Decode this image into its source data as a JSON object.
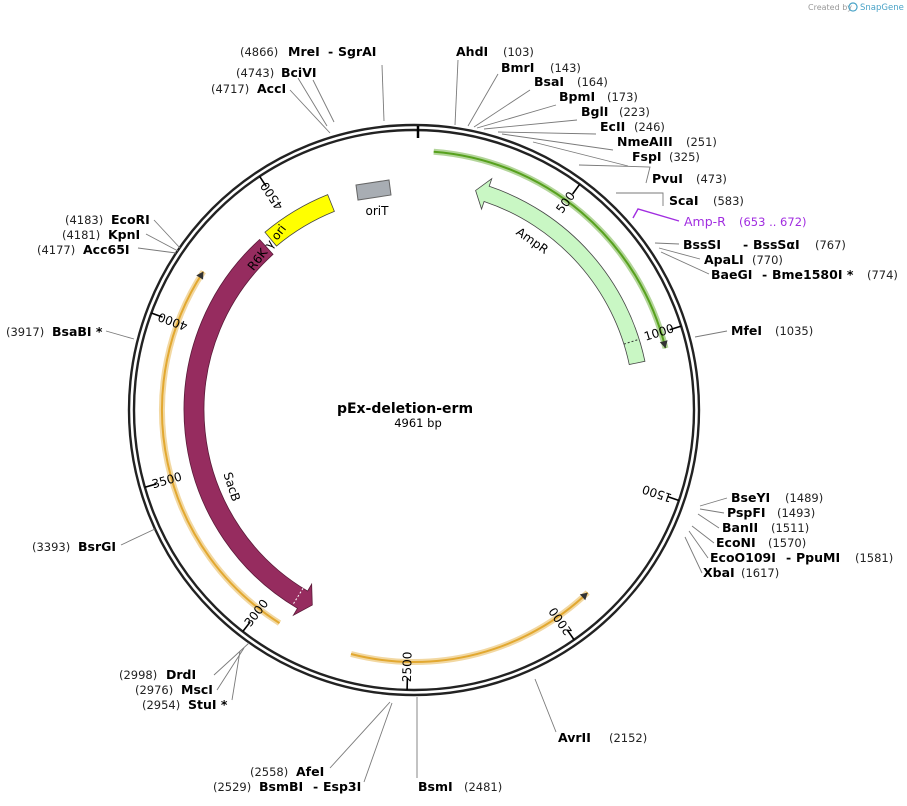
{
  "credit": {
    "prefix": "Created by",
    "brand": "SnapGene"
  },
  "plasmid": {
    "name": "pEx-deletion-erm",
    "size": "4961 bp",
    "length": 4961
  },
  "ticks": [
    "500",
    "1000",
    "1500",
    "2000",
    "2500",
    "3000",
    "3500",
    "4000",
    "4500"
  ],
  "features": [
    {
      "name": "AmpR",
      "color": "#c9f7c4",
      "strand": "reverse",
      "start": 216,
      "end": 1076
    },
    {
      "name": "oriT",
      "color": "#a8adb3",
      "strand": "none",
      "start": 4895,
      "end": 4935
    },
    {
      "name": "R6K γ ori",
      "color": "#ffff00",
      "strand": "none",
      "start": 4410,
      "end": 4660
    },
    {
      "name": "SacB",
      "color": "#962c5f",
      "strand": "reverse",
      "start": 2860,
      "end": 4380
    }
  ],
  "primers": [
    {
      "color": "#57a11e",
      "strand": "forward",
      "start": 60,
      "end": 1050
    },
    {
      "color": "#e2a830",
      "strand": "reverse",
      "start": 1880,
      "end": 2680
    },
    {
      "color": "#e2a830",
      "strand": "forward",
      "start": 2925,
      "end": 4180
    }
  ],
  "enzymes": [
    {
      "name": "MreI",
      "name2": "SgrAI",
      "pos": "(4866)"
    },
    {
      "name": "BciVI",
      "pos": "(4743)"
    },
    {
      "name": "AccI",
      "pos": "(4717)"
    },
    {
      "name": "AhdI",
      "pos": "(103)"
    },
    {
      "name": "BmrI",
      "pos": "(143)"
    },
    {
      "name": "BsaI",
      "pos": "(164)"
    },
    {
      "name": "BpmI",
      "pos": "(173)"
    },
    {
      "name": "BglI",
      "pos": "(223)"
    },
    {
      "name": "EcII",
      "pos": "(246)"
    },
    {
      "name": "NmeAIII",
      "pos": "(251)"
    },
    {
      "name": "FspI",
      "pos": "(325)"
    },
    {
      "name": "PvuI",
      "pos": "(473)"
    },
    {
      "name": "ScaI",
      "pos": "(583)"
    },
    {
      "name": "Amp-R",
      "pos": "(653 .. 672)",
      "purple": true
    },
    {
      "name": "BssSI",
      "name2": "BssSαI",
      "pos": "(767)"
    },
    {
      "name": "ApaLI",
      "pos": "(770)"
    },
    {
      "name": "BaeGI",
      "name2": "Bme1580I *",
      "pos": "(774)"
    },
    {
      "name": "MfeI",
      "pos": "(1035)"
    },
    {
      "name": "BseYI",
      "pos": "(1489)"
    },
    {
      "name": "PspFI",
      "pos": "(1493)"
    },
    {
      "name": "BanII",
      "pos": "(1511)"
    },
    {
      "name": "EcoNI",
      "pos": "(1570)"
    },
    {
      "name": "EcoO109I",
      "name2": "PpuMI",
      "pos": "(1581)"
    },
    {
      "name": "XbaI",
      "pos": "(1617)"
    },
    {
      "name": "AvrII",
      "pos": "(2152)"
    },
    {
      "name": "BsmI",
      "pos": "(2481)"
    },
    {
      "name": "AfeI",
      "pos": "(2558)"
    },
    {
      "name": "BsmBI",
      "name2": "Esp3I",
      "pos": "(2529)"
    },
    {
      "name": "DrdI",
      "pos": "(2998)"
    },
    {
      "name": "MscI",
      "pos": "(2976)"
    },
    {
      "name": "StuI *",
      "pos": "(2954)"
    },
    {
      "name": "BsrGI",
      "pos": "(3393)"
    },
    {
      "name": "BsaBI *",
      "pos": "(3917)"
    },
    {
      "name": "EcoRI",
      "pos": "(4183)"
    },
    {
      "name": "KpnI",
      "pos": "(4181)"
    },
    {
      "name": "Acc65I",
      "pos": "(4177)"
    }
  ]
}
